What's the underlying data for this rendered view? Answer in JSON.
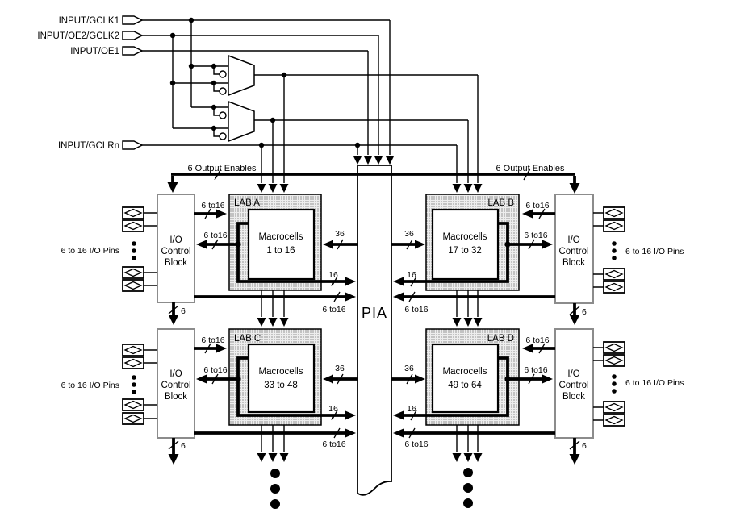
{
  "inputs": {
    "gclk1": "INPUT/GCLK1",
    "oe2_gclk2": "INPUT/OE2/GCLK2",
    "oe1": "INPUT/OE1",
    "gclrn": "INPUT/GCLRn"
  },
  "bus": {
    "output_enables": "6 Output Enables"
  },
  "pia": {
    "label": "PIA"
  },
  "labs": [
    {
      "name": "LAB A",
      "macrocells_line1": "Macrocells",
      "macrocells_line2": "1 to 16"
    },
    {
      "name": "LAB B",
      "macrocells_line1": "Macrocells",
      "macrocells_line2": "17 to 32"
    },
    {
      "name": "LAB C",
      "macrocells_line1": "Macrocells",
      "macrocells_line2": "33 to 48"
    },
    {
      "name": "LAB D",
      "macrocells_line1": "Macrocells",
      "macrocells_line2": "49 to 64"
    }
  ],
  "io_control_block": {
    "line1": "I/O",
    "line2": "Control",
    "line3": "Block"
  },
  "bus_widths": {
    "w_6to16": "6 to16",
    "w_36": "36",
    "w_16": "16",
    "w_6": "6"
  },
  "io_pins": {
    "label": "6 to 16 I/O Pins"
  },
  "colors": {
    "line": "#000000",
    "io_block_border": "#8c8c8c",
    "lab_fill_dot": "#9e9e9e",
    "background": "#ffffff"
  }
}
